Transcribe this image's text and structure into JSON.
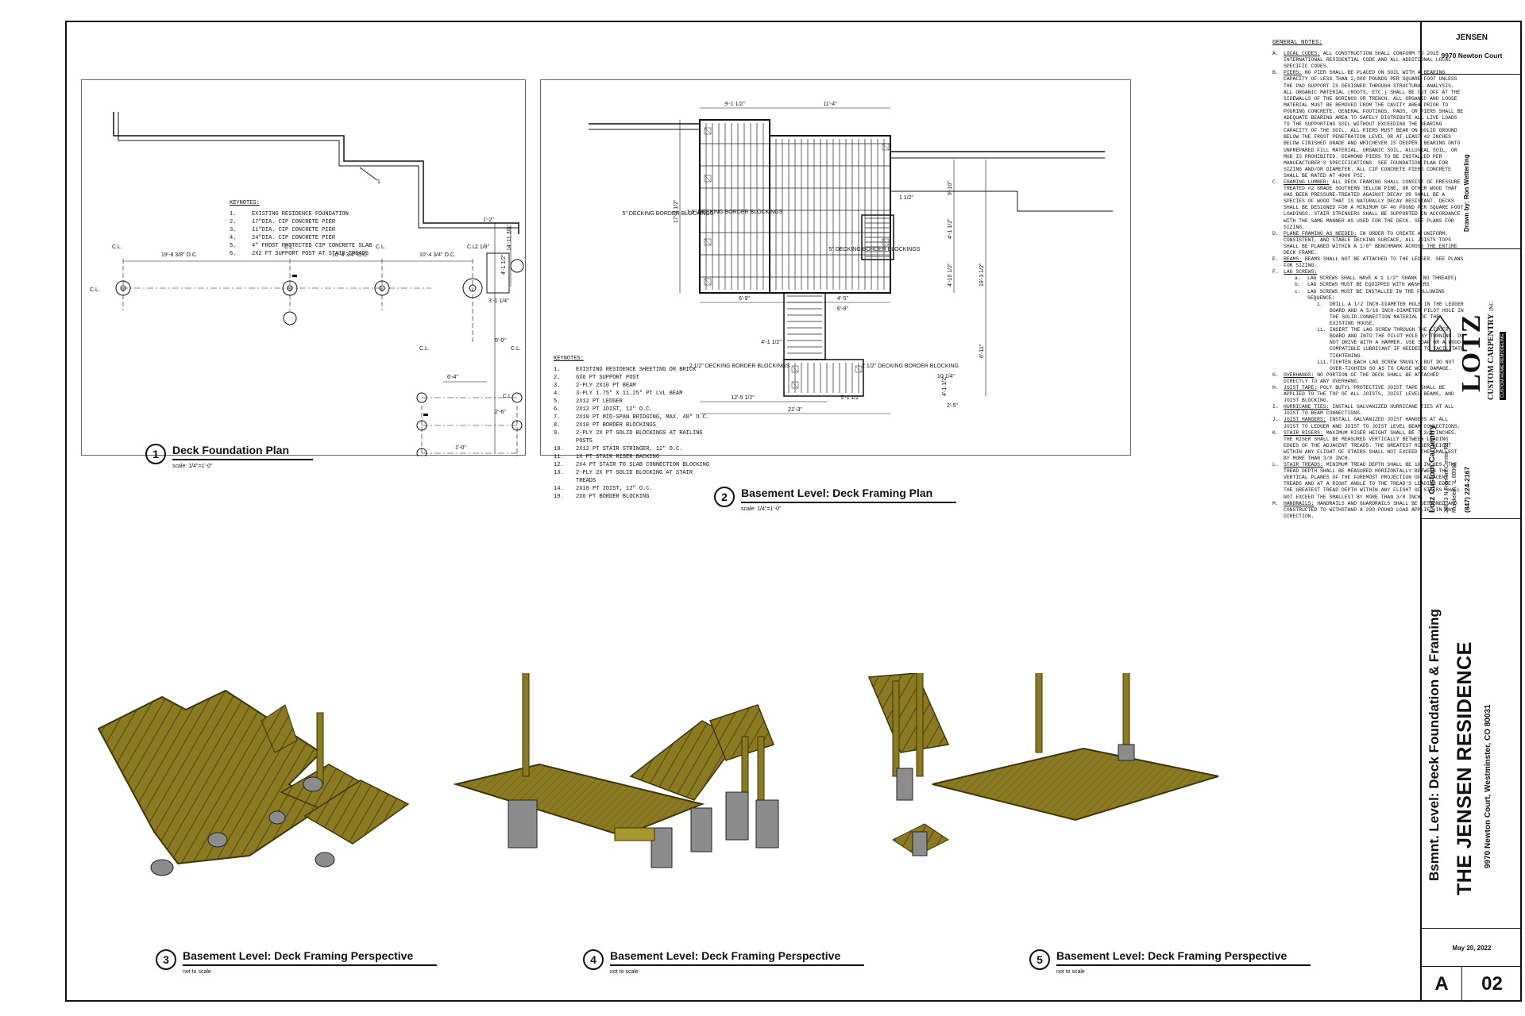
{
  "titleblock": {
    "client": "JENSEN",
    "address_short": "9970 Newton Court",
    "drawn_by": "Drawn by: Ron Wetterling",
    "logo_main": "LOTZ",
    "logo_sub": "CUSTOM CARPENTRY",
    "logo_inc": "INC.",
    "logo_tag": "CUSTOM HOME REMODELING",
    "company": "Lotz Custom Carpentry",
    "company_addr1": "28833 N Fremont Center Rd.",
    "company_addr2": "Mundelein, IL 60060",
    "company_phone": "(847) 224-2167",
    "sheet_title": "Bsmnt. Level: Deck Foundation & Framing",
    "project": "THE JENSEN RESIDENCE",
    "project_addr": "9970 Newton Court, Westminster, CO 80031",
    "date": "May 20, 2022",
    "sheet_letter": "A",
    "sheet_number": "02"
  },
  "views": [
    {
      "num": "1",
      "title": "Deck Foundation Plan",
      "scale": "scale: 1/4\"=1'-0\""
    },
    {
      "num": "2",
      "title": "Basement Level: Deck Framing Plan",
      "scale": "scale: 1/4\"=1'-0\""
    },
    {
      "num": "3",
      "title": "Basement Level: Deck Framing Perspective",
      "scale": "not to scale"
    },
    {
      "num": "4",
      "title": "Basement Level: Deck Framing Perspective",
      "scale": "not to scale"
    },
    {
      "num": "5",
      "title": "Basement Level: Deck Framing Perspective",
      "scale": "not to scale"
    }
  ],
  "keynotes1": {
    "heading": "KEYNOTES:",
    "items": [
      {
        "n": "1.",
        "t": "EXISTING RESIDENCE FOUNDATION"
      },
      {
        "n": "2.",
        "t": "17\"DIA. CIP CONCRETE PIER"
      },
      {
        "n": "3.",
        "t": "11\"DIA. CIP CONCRETE PIER"
      },
      {
        "n": "4.",
        "t": "24\"DIA. CIP CONCRETE PIER"
      },
      {
        "n": "5.",
        "t": "4\" FROST PROTECTED CIP CONCRETE SLAB"
      },
      {
        "n": "6.",
        "t": "2X2 FT SUPPORT POST AT STAIR TREADS"
      }
    ]
  },
  "keynotes2": {
    "heading": "KEYNOTES:",
    "items": [
      {
        "n": "1.",
        "t": "EXISTING RESIDENCE SHEETING OR BRICK"
      },
      {
        "n": "2.",
        "t": "6X6 PT SUPPORT POST"
      },
      {
        "n": "3.",
        "t": "2-PLY 2X10 PT BEAM"
      },
      {
        "n": "4.",
        "t": "3-PLY 1.75\" X 11.25\" PT LVL BEAM"
      },
      {
        "n": "5.",
        "t": "2X12 PT LEDGER"
      },
      {
        "n": "6.",
        "t": "2X12 PT JOIST, 12\" O.C."
      },
      {
        "n": "7.",
        "t": "2X10 PT MID-SPAN BRIDGING, MAX. 48\" O.C."
      },
      {
        "n": "8.",
        "t": "2X10 PT BORDER BLOCKINGS"
      },
      {
        "n": "9.",
        "t": "2-PLY 2X PT SOLID BLOCKINGS AT RAILING POSTS"
      },
      {
        "n": "10.",
        "t": "2X12 PT STAIR STRINGER, 12\" O.C."
      },
      {
        "n": "11.",
        "t": "1X PT STAIR RISER BACKING"
      },
      {
        "n": "12.",
        "t": "2X4 PT STAIR TO SLAB CONNECTION BLOCKING"
      },
      {
        "n": "13.",
        "t": "2-PLY 2X PT SOLID BLOCKING AT STAIR TREADS"
      },
      {
        "n": "14.",
        "t": "2X10 PT JOIST, 12\" O.C."
      },
      {
        "n": "19.",
        "t": "2X6 PT BORDER BLOCKING"
      }
    ]
  },
  "plan1_labels": [
    "C.L.",
    "C.L.",
    "C.L.",
    "C.L.",
    "C.L.",
    "C.L.",
    "C.L.",
    "C.L."
  ],
  "plan1_dims": [
    "19'-8 3/8\" O.C.",
    "10'-4 3/4\" O.C.",
    "10'-4 3/4\" O.C.",
    "14'-11 3/8\"",
    "5'-0\"",
    "2'-6\"",
    "6'-4\"",
    "1'-0\"",
    "1'-2\"",
    "4'-1 1/2\"",
    "2 1/8\"",
    "3'-1 1/4\""
  ],
  "plan2_labels": [
    "1.5\" DECKING BORDER BLOCKINGS",
    "5\" DECKING BORDER BLOCKINGS",
    "5\" DECKING BORDER BLOCKINGS",
    "2 1/2\" DECKING BORDER BLOCKINGS",
    "2 1/2\" DECKING BORDER BLOCKING"
  ],
  "plan2_dims": [
    "9'-1 1/2\"",
    "11'-4\"",
    "17'-3 1/2\"",
    "1 1/2\"",
    "4'-1 1/2\"",
    "9'-10\"",
    "4'-10 1/2\"",
    "19'-3 1/2\"",
    "6'-11\"",
    "10 1/4\"",
    "2'-5\"",
    "4'-1 1/2\"",
    "12'-5 1/2\"",
    "5'-1 1/2\"",
    "21'-3\"",
    "6'-9\"",
    "4'-5\"",
    "6'-9\"",
    "4'-1 1/2\""
  ],
  "general_notes": {
    "heading": "GENERAL NOTES:",
    "items": [
      {
        "l": "A.",
        "h": "LOCAL CODES:",
        "t": " ALL CONSTRUCTION SHALL CONFORM TO 2015 INTERNATIONAL RESIDENTIAL CODE AND ALL ADDITIONAL LOCAL SPECIFIC CODES."
      },
      {
        "l": "B.",
        "h": "PIERS:",
        "t": " NO PIER SHALL BE PLACED ON SOIL WITH A BEARING CAPACITY OF LESS THAN 2,000 POUNDS PER SQUARE FOOT UNLESS THE PAD SUPPORT IS DESIGNED THROUGH STRUCTURAL ANALYSIS. ALL ORGANIC MATERIAL (ROOTS, ETC.) SHALL BE CUT OFF AT THE SIDEWALLS OF THE BORINGS OR TRENCH. ALL ORGANIC AND LOOSE MATERIAL MUST BE REMOVED FROM THE CAVITY AREA PRIOR TO POURING CONCRETE. GENERAL FOOTINGS, PADS, OR PIERS SHALL BE ADEQUATE BEARING AREA TO SAFELY DISTRIBUTE ALL LIVE LOADS TO THE SUPPORTING SOIL WITHOUT EXCEEDING THE BEARING CAPACITY OF THE SOIL. ALL PIERS MUST BEAR ON SOLID GROUND BELOW THE FROST PENETRATION LEVEL OR AT LEAST 42 INCHES BELOW FINISHED GRADE AND WHICHEVER IS DEEPER. BEARING ONTO UNPREPARED FILL MATERIAL, ORGANIC SOIL, ALLUVIAL SOIL, OR MUD IS PROHIBITED. DIAMOND PIERS TO BE INSTALLED PER MANUFACTURER'S SPECIFICATIONS. SEE FOUNDATION PLAN FOR SIZING AND/OR DIAMETER. ALL CIP CONCRETE PIERS CONCRETE SHALL BE RATED AT 4000 PSI."
      },
      {
        "l": "C.",
        "h": "FRAMING LUMBER:",
        "t": " ALL DECK FRAMING SHALL CONSIST OF PRESSURE TREATED #2 GRADE SOUTHERN YELLOW PINE, OR OTHER WOOD THAT HAS BEEN PRESSURE-TREATED AGAINST DECAY OR SHALL BE A SPECIES OF WOOD THAT IS NATURALLY DECAY RESISTANT. DECKS SHALL BE DESIGNED FOR A MINIMUM OF 40 POUND PER SQUARE FOOT LOADINGS. STAIR STRINGERS SHALL BE SUPPORTED IN ACCORDANCE WITH THE SAME MANNER AS USED FOR THE DECK. SEE PLANS FOR SIZING."
      },
      {
        "l": "D.",
        "h": "PLANE FRAMING AS NEEDED:",
        "t": " IN ORDER TO CREATE A UNIFORM, CONSISTENT, AND STABLE DECKING SURFACE, ALL JOISTS TOPS SHALL BE PLANED WITHIN A 1/8\" BENCHMARK ACROSS THE ENTIRE DECK FRAME."
      },
      {
        "l": "E.",
        "h": "BEAMS:",
        "t": " BEAMS SHALL NOT BE ATTACHED TO THE LEDGER. SEE PLANS FOR SIZING."
      },
      {
        "l": "F.",
        "h": "LAG SCREWS:",
        "t": ""
      }
    ],
    "lag": [
      {
        "l": "a.",
        "t": "LAG SCREWS SHALL HAVE A 1 1/2\" SHANK (NO THREADS)"
      },
      {
        "l": "b.",
        "t": "LAG SCREWS MUST BE EQUIPPED WITH WASHERS"
      },
      {
        "l": "c.",
        "t": "LAG SCREWS MUST BE INSTALLED IN THE FOLLOWING SEQUENCE:"
      }
    ],
    "lag_seq": [
      {
        "l": "i.",
        "t": "DRILL A 1/2 INCH-DIAMETER HOLE IN THE LEDGER BOARD AND A 5/16 INCH-DIAMETER PILOT HOLE IN THE SOLID-CONNECTION MATERIAL OF THE EXISTING HOUSE."
      },
      {
        "l": "ii.",
        "t": "INSERT THE LAG SCREW THROUGH THE LEDGER BOARD AND INTO THE PILOT HOLE BY TURNING. DO NOT DRIVE WITH A HAMMER. USE SOAP OR A WOOD-COMPATIBLE LUBRICANT IF NEEDED TO FACILITATE TIGHTENING."
      },
      {
        "l": "iii.",
        "t": "TIGHTEN EACH LAG SCREW SNUGLY, BUT DO NOT OVER-TIGHTEN SO AS TO CAUSE WOOD DAMAGE."
      }
    ],
    "items2": [
      {
        "l": "G.",
        "h": "OVERHANGS:",
        "t": " NO PORTION OF THE DECK SHALL BE ATTACHED DIRECTLY TO ANY OVERHANG."
      },
      {
        "l": "H.",
        "h": "JOIST TAPE:",
        "t": " POLY BUTYL PROTECTIVE JOIST TAPE SHALL BE APPLIED TO THE TOP OF ALL JOISTS, JOIST LEVEL BEAMS, AND JOIST BLOCKING."
      },
      {
        "l": "I.",
        "h": "HURRICANE TIES:",
        "t": " INSTALL GALVANIZED HURRICANE TIES AT ALL JOIST TO BEAM CONNECTIONS."
      },
      {
        "l": "J.",
        "h": "JOIST HANGERS:",
        "t": " INSTALL GALVANIZED JOIST HANGERS AT ALL JOIST TO LEDGER AND JOIST TO JOIST LEVEL BEAM CONNECTIONS."
      },
      {
        "l": "K.",
        "h": "STAIR RISERS:",
        "t": " MAXIMUM RISER HEIGHT SHALL BE 7 3/4 INCHES. THE RISER SHALL BE MEASURED VERTICALLY BETWEEN LEADING EDGES OF THE ADJACENT TREADS. THE GREATEST RISER HEIGHT WITHIN ANY FLIGHT OF STAIRS SHALL NOT EXCEED THE SMALLEST BY MORE THAN 3/8 INCH."
      },
      {
        "l": "L.",
        "h": "STAIR TREADS:",
        "t": " MINIMUM TREAD DEPTH SHALL BE 10 INCHES. THE TREAD DEPTH SHALL BE MEASURED HORIZONTALLY BETWEEN THE VERTICAL PLANES OF THE FOREMOST PROJECTION OF ADJACENT TREADS AND AT A RIGHT ANGLE TO THE TREAD'S LEADING EDGE. THE GREATEST TREAD DEPTH WITHIN ANY FLIGHT OF STAIRS SHALL NOT EXCEED THE SMALLEST BY MORE THAN 3/8 INCH."
      },
      {
        "l": "M.",
        "h": "HANDRAILS:",
        "t": " HANDRAILS AND GUARDRAILS SHALL BE DESIGNED AND CONSTRUCTED TO WITHSTAND A 200-POUND LOAD APPLIED IN ANY DIRECTION."
      }
    ]
  },
  "colors": {
    "wood": "#8a7a22",
    "wood_light": "#a8962e",
    "wood_dark": "#5c5114",
    "concrete": "#8c8c8c",
    "ink": "#111111"
  }
}
